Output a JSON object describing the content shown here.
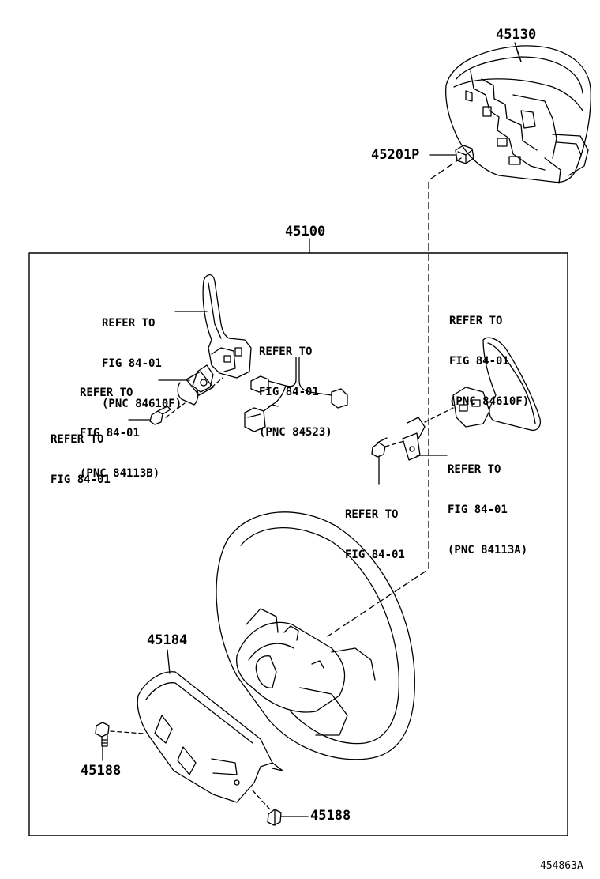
{
  "parts": {
    "p45130": "45130",
    "p45201p": "45201P",
    "p45100": "45100",
    "p45184": "45184",
    "p45188_left": "45188",
    "p45188_bottom": "45188"
  },
  "refs": {
    "r1": {
      "line1": "REFER TO",
      "line2": "FIG 84-01",
      "line3": "(PNC 84610F)"
    },
    "r2": {
      "line1": "REFER TO",
      "line2": "FIG 84-01",
      "line3": "(PNC 84523)"
    },
    "r3": {
      "line1": "REFER TO",
      "line2": "FIG 84-01",
      "line3": "(PNC 84113B)"
    },
    "r4": {
      "line1": "REFER TO",
      "line2": "FIG 84-01"
    },
    "r5": {
      "line1": "REFER TO",
      "line2": "FIG 84-01",
      "line3": "(PNC 84610F)"
    },
    "r6": {
      "line1": "REFER TO",
      "line2": "FIG 84-01",
      "line3": "(PNC 84113A)"
    },
    "r7": {
      "line1": "REFER TO",
      "line2": "FIG 84-01"
    }
  },
  "figure_id": "454863A",
  "colors": {
    "ink": "#000000",
    "paper": "#ffffff"
  }
}
